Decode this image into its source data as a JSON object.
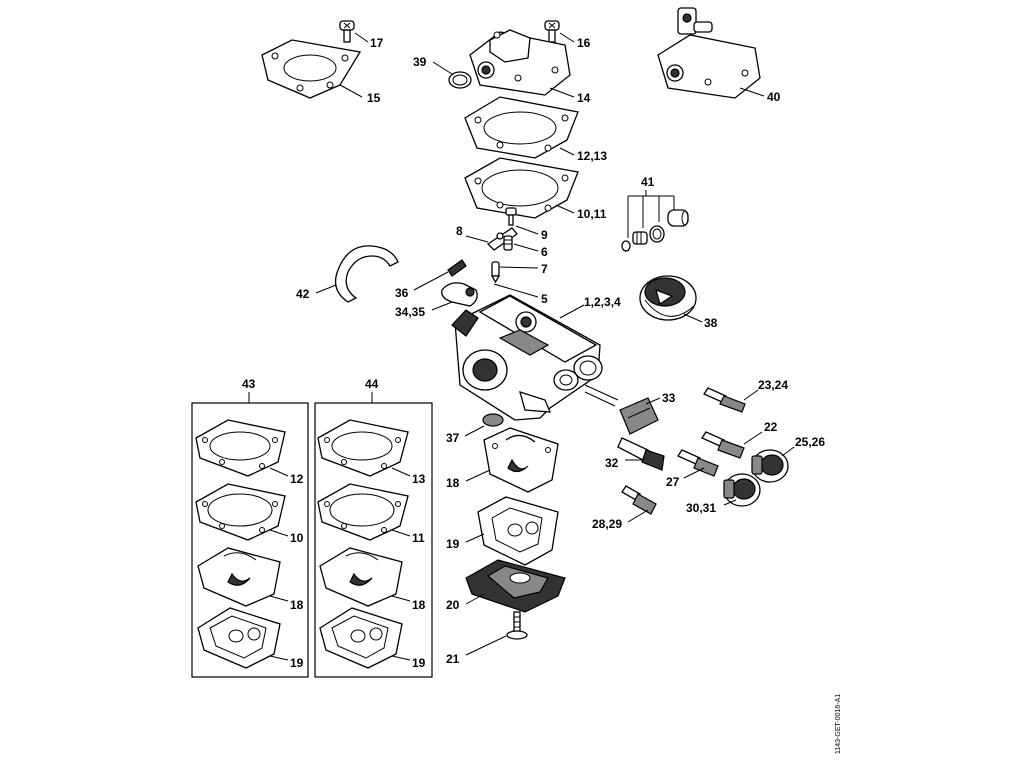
{
  "drawing_id": "1143-GET-0016-A1",
  "callouts": {
    "c17": "17",
    "c16": "16",
    "c15": "15",
    "c39": "39",
    "c14": "14",
    "c40": "40",
    "c12_13": "12,13",
    "c10_11": "10,11",
    "c41": "41",
    "c8": "8",
    "c9": "9",
    "c6": "6",
    "c7": "7",
    "c42": "42",
    "c36": "36",
    "c5": "5",
    "c34_35": "34,35",
    "c1_2_3_4": "1,2,3,4",
    "c38": "38",
    "c43": "43",
    "c44": "44",
    "c23_24": "23,24",
    "c33": "33",
    "c37": "37",
    "c22": "22",
    "c25_26": "25,26",
    "c18": "18",
    "c32": "32",
    "c27": "27",
    "c30_31": "30,31",
    "c19": "19",
    "c28_29": "28,29",
    "c20": "20",
    "c21": "21",
    "k43_12": "12",
    "k43_10": "10",
    "k43_18": "18",
    "k43_19": "19",
    "k44_13": "13",
    "k44_11": "11",
    "k44_18": "18",
    "k44_19": "19"
  }
}
